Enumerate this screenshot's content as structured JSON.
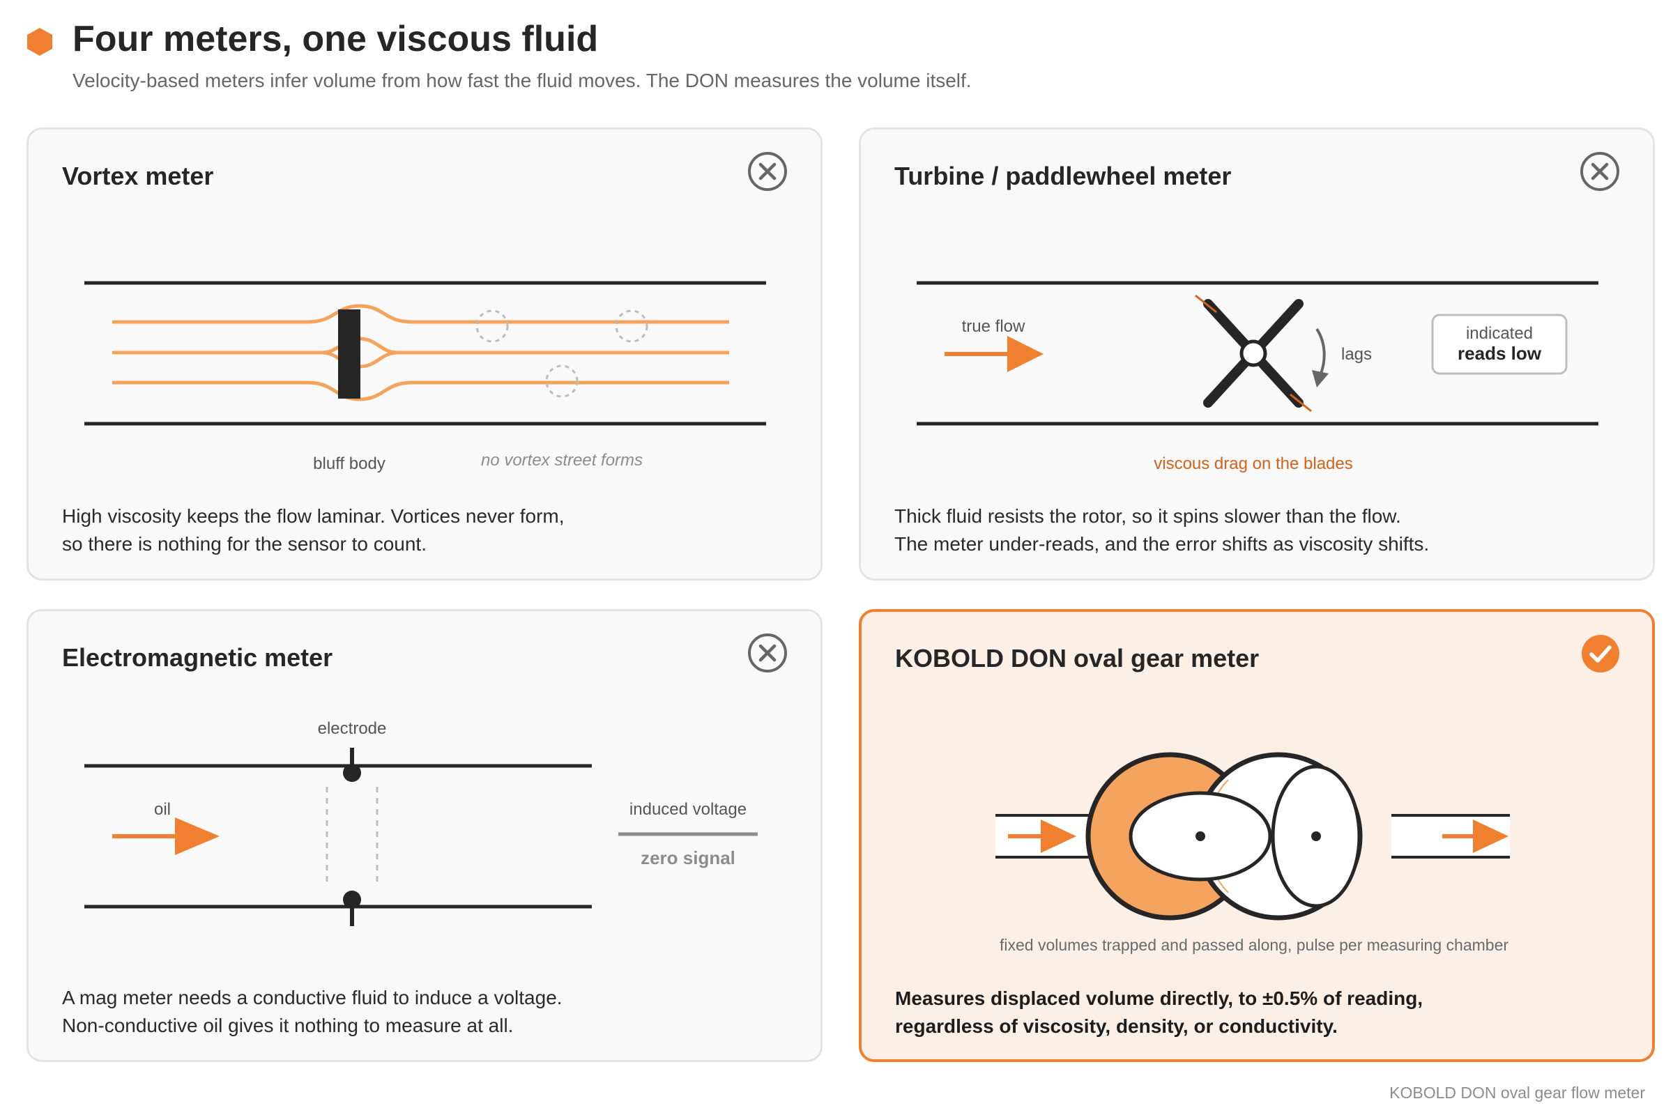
{
  "header": {
    "title": "Four meters, one viscous fluid",
    "subtitle": "Velocity-based meters infer volume from how fast the fluid moves. The DON measures the volume itself.",
    "icon": "hexagon-icon",
    "accent_color": "#f08030"
  },
  "cards": {
    "vortex": {
      "title": "Vortex meter",
      "status": "fail",
      "status_icon": "close-circle-icon",
      "labels": {
        "bluff_body": "bluff body",
        "no_vortex": "no vortex street forms"
      },
      "text": [
        "High viscosity keeps the flow laminar. Vortices never form,",
        "so there is nothing for the sensor to count."
      ]
    },
    "turbine": {
      "title": "Turbine / paddlewheel meter",
      "status": "fail",
      "status_icon": "close-circle-icon",
      "labels": {
        "true_flow": "true flow",
        "lags": "lags",
        "indicated": "indicated",
        "reads_low": "reads low",
        "drag": "viscous drag on the blades"
      },
      "text": [
        "Thick fluid resists the rotor, so it spins slower than the flow.",
        "The meter under-reads, and the error shifts as viscosity shifts."
      ]
    },
    "mag": {
      "title": "Electromagnetic meter",
      "status": "fail",
      "status_icon": "close-circle-icon",
      "labels": {
        "electrode": "electrode",
        "oil": "oil",
        "induced_voltage": "induced voltage",
        "zero_signal": "zero signal"
      },
      "text": [
        "A mag meter needs a conductive fluid to induce a voltage.",
        "Non-conductive oil gives it nothing to measure at all."
      ]
    },
    "oval": {
      "title": "KOBOLD DON oval gear meter",
      "status": "pass",
      "status_icon": "check-circle-icon",
      "labels": {
        "caption": "fixed volumes trapped and passed along, pulse per measuring chamber"
      },
      "text": [
        "Measures displaced volume directly, to ±0.5% of reading,",
        "regardless of viscosity, density, or conductivity."
      ]
    }
  },
  "footer": {
    "note": "KOBOLD DON oval gear flow meter"
  }
}
